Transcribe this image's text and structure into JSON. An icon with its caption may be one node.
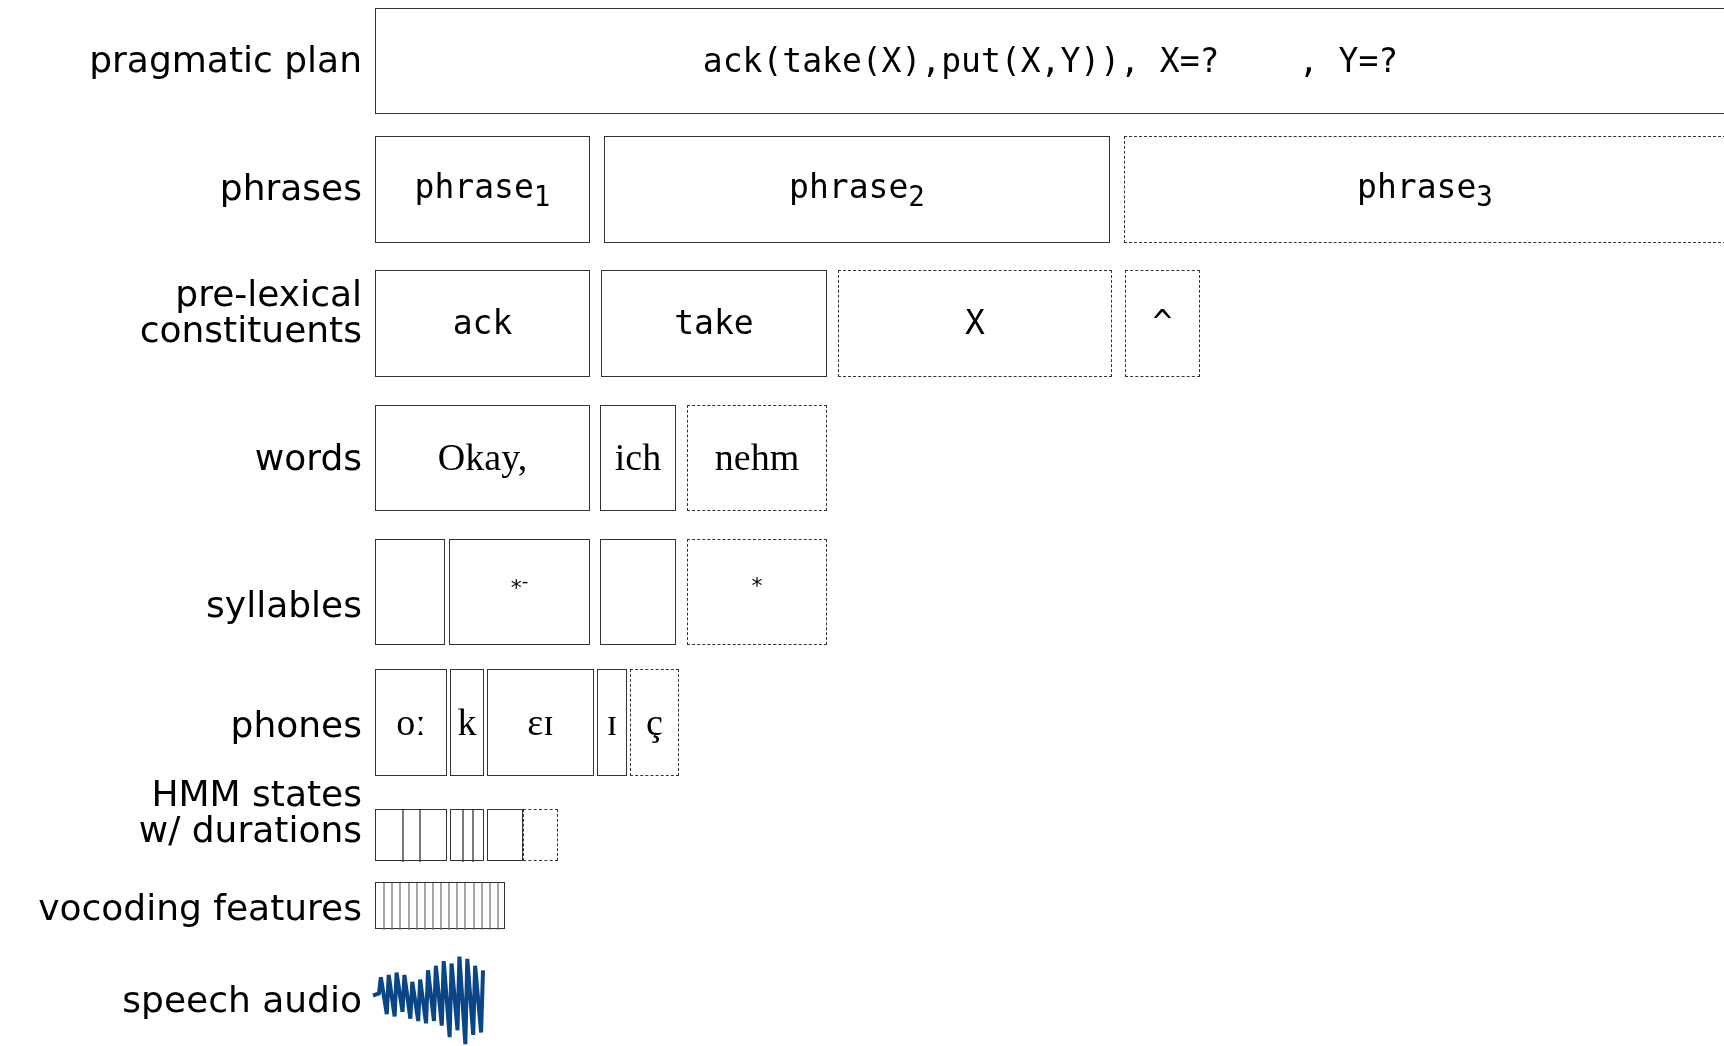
{
  "diagram": {
    "nodes": [
      {
        "text": [
          "ack(take(X),put(X,Y)), X=?    , Y=?"
        ]
      },
      {
        "text": [
          "phrase$_{1}$"
        ]
      },
      {
        "text": [
          "phrase$_{2}$"
        ]
      },
      {
        "text": [
          "phrase$_{3}$"
        ]
      },
      {
        "text": [
          "ack"
        ]
      },
      {
        "text": [
          "take"
        ]
      },
      {
        "text": [
          "X"
        ]
      },
      {
        "text": [
          "^"
        ]
      },
      {
        "text": [
          "Okay,"
        ]
      },
      {
        "text": [
          "ich"
        ]
      },
      {
        "text": [
          "nehm"
        ]
      },
      {
        "text": [],
        "shape": "box"
      },
      {
        "text": [
          "*$^{-}$"
        ]
      },
      {
        "text": [],
        "shape": "box"
      },
      {
        "text": [
          "*"
        ]
      },
      {
        "text": [
          "oː"
        ]
      },
      {
        "text": [
          "k"
        ]
      },
      {
        "text": [
          "ɛɪ"
        ]
      },
      {
        "text": [
          "ɪ"
        ]
      },
      {
        "text": [
          "ç"
        ]
      },
      {
        "text": [],
        "shape": "box"
      },
      {
        "text": [],
        "shape": "box"
      },
      {
        "text": [],
        "shape": "box"
      },
      {
        "text": [],
        "shape": "box"
      },
      {
        "text": [],
        "shape": "box"
      },
      {
        "text": [],
        "shape": "picture"
      }
    ],
    "labels": [
      "pragmatic plan",
      "phrases",
      "pre-lexical constituents",
      "words",
      "syllables",
      "phones",
      "HMM states w/ durations",
      "vocoding features",
      "speech audio"
    ]
  }
}
